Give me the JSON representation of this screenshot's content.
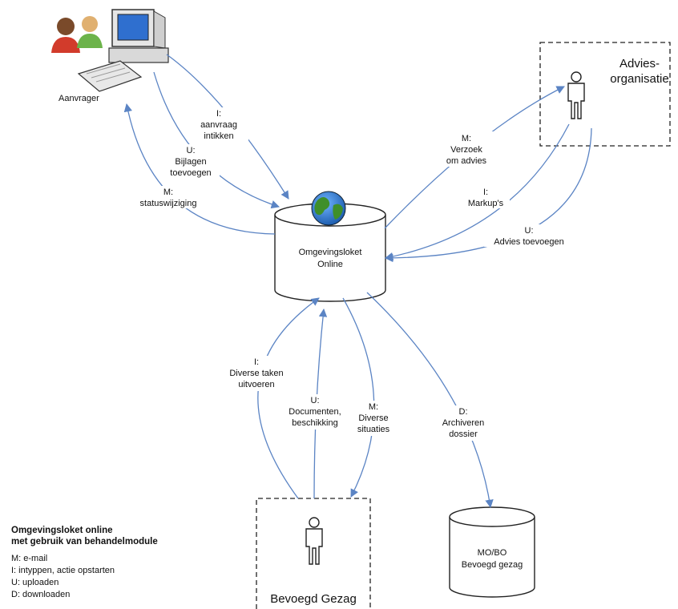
{
  "nodes": {
    "aanvrager": "Aanvrager",
    "advies_org_1": "Advies-",
    "advies_org_2": "organisatie",
    "loket_1": "Omgevingsloket",
    "loket_2": "Online",
    "mobo_1": "MO/BO",
    "mobo_2": "Bevoegd gezag",
    "bevoegd_gezag": "Bevoegd Gezag"
  },
  "flows": {
    "aanvraag": [
      "I:",
      "aanvraag",
      "intikken"
    ],
    "bijlagen": [
      "U:",
      "Bijlagen",
      "toevoegen"
    ],
    "status": [
      "M:",
      "statuswijziging"
    ],
    "verzoek": [
      "M:",
      "Verzoek",
      "om advies"
    ],
    "markups": [
      "I:",
      "Markup's"
    ],
    "advies_toevoegen": [
      "U:",
      "Advies toevoegen"
    ],
    "taken": [
      "I:",
      "Diverse taken",
      "uitvoeren"
    ],
    "documenten": [
      "U:",
      "Documenten,",
      "beschikking"
    ],
    "situaties": [
      "M:",
      "Diverse",
      "situaties"
    ],
    "archiveren": [
      "D:",
      "Archiveren",
      "dossier"
    ]
  },
  "legend": {
    "title_1": "Omgevingsloket online",
    "title_2": "met gebruik van behandelmodule",
    "items": [
      "M: e-mail",
      "I: intyppen, actie opstarten",
      "U: uploaden",
      "D: downloaden"
    ]
  },
  "colors": {
    "arrow": "#5b84c4",
    "globe_blue": "#1f5fb0",
    "globe_green": "#3f8f2a"
  }
}
